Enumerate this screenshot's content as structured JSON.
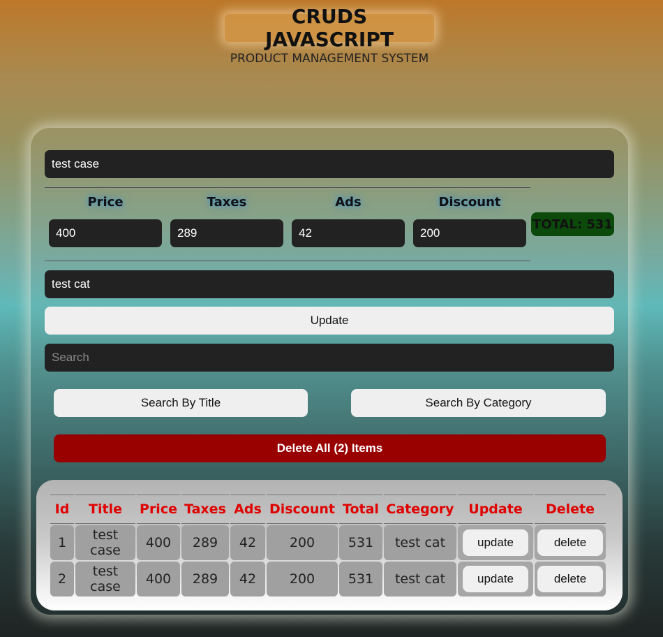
{
  "header": {
    "title": "CRUDS JAVASCRIPT",
    "subtitle": "PRODUCT MANAGEMENT SYSTEM"
  },
  "form": {
    "title_value": "test case",
    "price_label": "Price",
    "taxes_label": "Taxes",
    "ads_label": "Ads",
    "discount_label": "Discount",
    "price_value": "400",
    "taxes_value": "289",
    "ads_value": "42",
    "discount_value": "200",
    "total_text": "TOTAL: 531",
    "category_value": "test cat",
    "submit_label": "Update"
  },
  "search": {
    "placeholder": "Search",
    "by_title_label": "Search By Title",
    "by_category_label": "Search By Category"
  },
  "delete_all_label": "Delete All (2) Items",
  "table": {
    "headers": [
      "Id",
      "Title",
      "Price",
      "Taxes",
      "Ads",
      "Discount",
      "Total",
      "Category",
      "Update",
      "Delete"
    ],
    "rows": [
      {
        "id": "1",
        "title": "test case",
        "price": "400",
        "taxes": "289",
        "ads": "42",
        "discount": "200",
        "total": "531",
        "category": "test cat",
        "update": "update",
        "delete": "delete"
      },
      {
        "id": "2",
        "title": "test case",
        "price": "400",
        "taxes": "289",
        "ads": "42",
        "discount": "200",
        "total": "531",
        "category": "test cat",
        "update": "update",
        "delete": "delete"
      }
    ]
  },
  "colors": {
    "field_bg": "#222222",
    "total_bg": "#0b4a0b",
    "delete_all_bg": "#990000",
    "table_header_text": "#e00000"
  }
}
